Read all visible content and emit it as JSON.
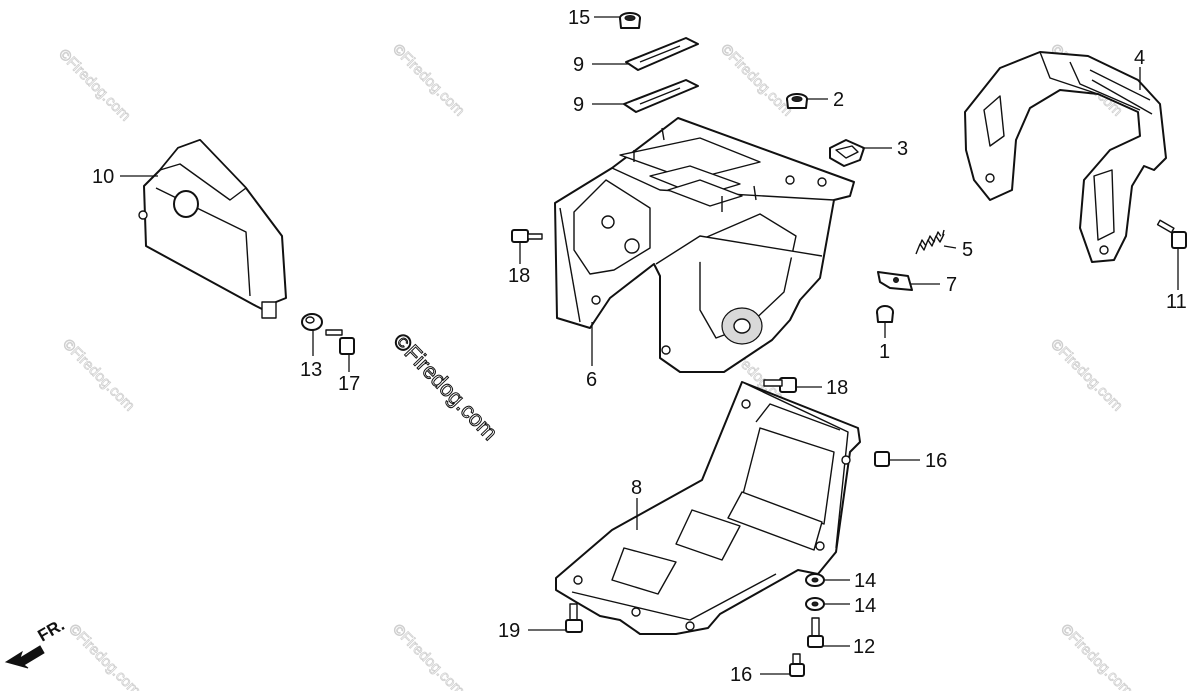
{
  "diagram": {
    "part_labels": [
      {
        "id": "label-15",
        "text": "15"
      },
      {
        "id": "label-9a",
        "text": "9"
      },
      {
        "id": "label-9b",
        "text": "9"
      },
      {
        "id": "label-2",
        "text": "2"
      },
      {
        "id": "label-3",
        "text": "3"
      },
      {
        "id": "label-4",
        "text": "4"
      },
      {
        "id": "label-10",
        "text": "10"
      },
      {
        "id": "label-5",
        "text": "5"
      },
      {
        "id": "label-7",
        "text": "7"
      },
      {
        "id": "label-1",
        "text": "1"
      },
      {
        "id": "label-18a",
        "text": "18"
      },
      {
        "id": "label-11",
        "text": "11"
      },
      {
        "id": "label-13",
        "text": "13"
      },
      {
        "id": "label-17",
        "text": "17"
      },
      {
        "id": "label-6",
        "text": "6"
      },
      {
        "id": "label-18b",
        "text": "18"
      },
      {
        "id": "label-16a",
        "text": "16"
      },
      {
        "id": "label-8",
        "text": "8"
      },
      {
        "id": "label-14a",
        "text": "14"
      },
      {
        "id": "label-14b",
        "text": "14"
      },
      {
        "id": "label-19",
        "text": "19"
      },
      {
        "id": "label-12",
        "text": "12"
      },
      {
        "id": "label-16b",
        "text": "16"
      }
    ],
    "front_indicator": "FR.",
    "center_watermark": "©Firedog.com",
    "tiled_watermark": "©Firedog.com"
  }
}
